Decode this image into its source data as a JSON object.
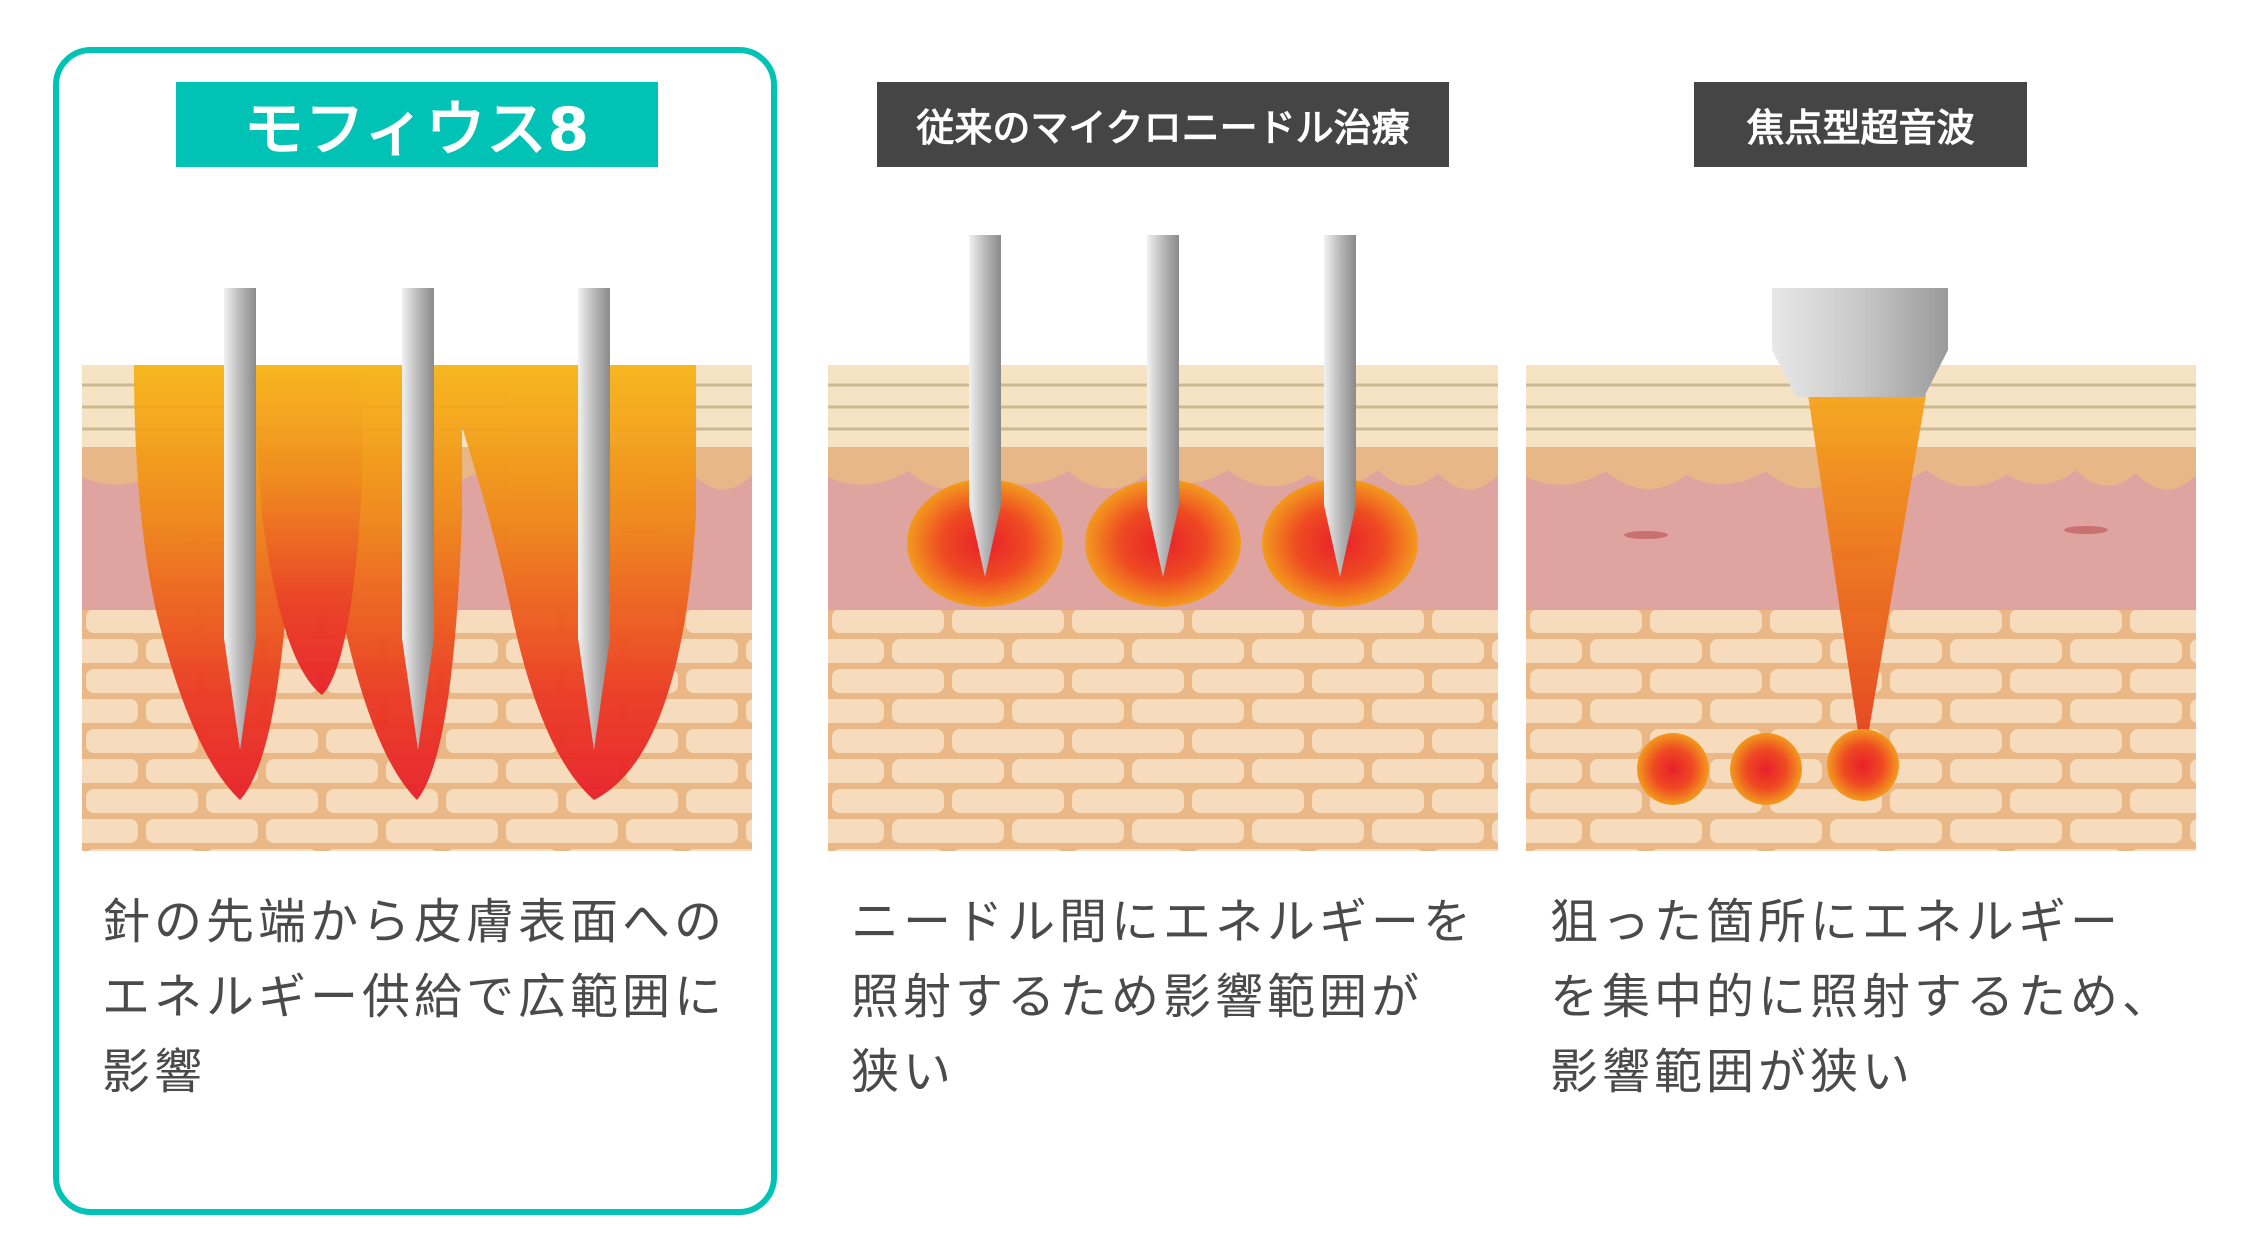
{
  "columns": [
    {
      "title": "モフィウス8",
      "description": "針の先端から皮膚表面への\nエネルギー供給で広範囲に\n影響",
      "highlighted": true
    },
    {
      "title": "従来のマイクロニードル治療",
      "description": "ニードル間にエネルギーを\n照射するため影響範囲が\n狭い",
      "highlighted": false
    },
    {
      "title": "焦点型超音波",
      "description": "狙った箇所にエネルギー\nを集中的に照射するため、\n影響範囲が狭い",
      "highlighted": false
    }
  ],
  "colors": {
    "accent": "#00c2b5",
    "label_dark": "#454545",
    "text": "#4a4a4a",
    "heat_red": "#e8202a",
    "heat_orange": "#f39a1e",
    "skin_top": "#f6e3c3",
    "dermis": "#e0a4a0",
    "fat": "#f3d1a6"
  }
}
